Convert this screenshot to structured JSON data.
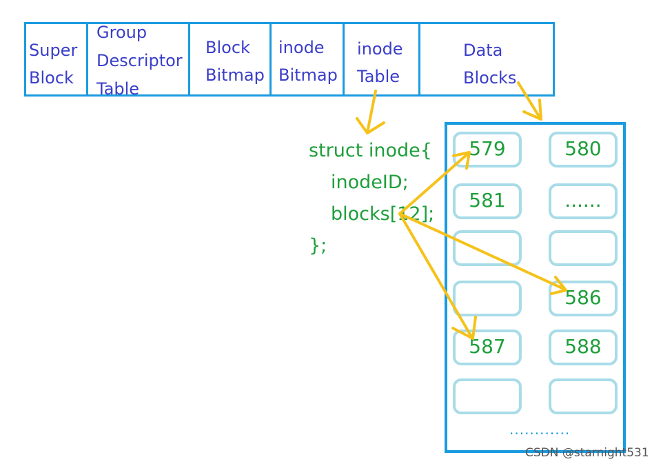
{
  "layout": {
    "cells": [
      {
        "lines": [
          "Super",
          "Block"
        ]
      },
      {
        "lines": [
          "Group",
          "Descriptor",
          "Table"
        ]
      },
      {
        "lines": [
          "Block",
          "Bitmap"
        ]
      },
      {
        "lines": [
          "inode",
          "Bitmap"
        ]
      },
      {
        "lines": [
          "inode",
          "Table"
        ]
      },
      {
        "lines": [
          "Data",
          "Blocks"
        ]
      }
    ]
  },
  "code": {
    "line1": "struct inode{",
    "line2": "inodeID;",
    "line3": "blocks[12];",
    "line4": "};"
  },
  "data_blocks": {
    "cells": [
      "579",
      "580",
      "581",
      "......",
      "",
      "",
      "",
      "586",
      "587",
      "588",
      "",
      ""
    ],
    "more": "............"
  },
  "colors": {
    "blue": "#1a9be0",
    "text_blue": "#3a3ec8",
    "green": "#1e9e3a",
    "arrow": "#f5c21a",
    "cell_border": "#a8dce8"
  },
  "watermark": "CSDN @starnight531"
}
